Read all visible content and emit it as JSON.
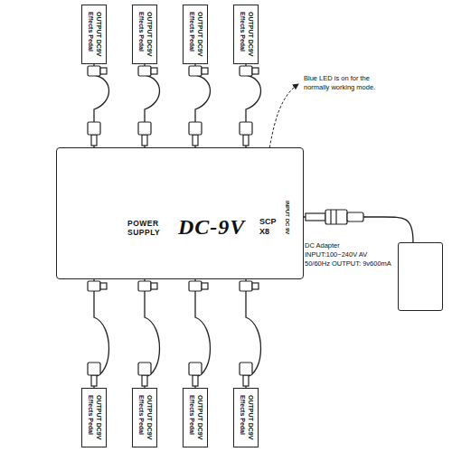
{
  "diagram": {
    "nodes": [
      {
        "text": [
          "POWER SUPPLY",
          "DC-9V",
          "SCP X8",
          "INPUT DC 9V"
        ]
      },
      {
        "text": [
          "OUTPUT DC9V",
          "Effects Pedal"
        ]
      },
      {
        "text": [
          "OUTPUT DC9V",
          "Effects Pedal"
        ]
      },
      {
        "text": [
          "OUTPUT DC9V",
          "Effects Pedal"
        ]
      },
      {
        "text": [
          "OUTPUT DC9V",
          "Effects Pedal"
        ]
      },
      {
        "text": [
          "OUTPUT DC9V",
          "Effects Pedal"
        ]
      },
      {
        "text": [
          "OUTPUT DC9V",
          "Effects Pedal"
        ]
      },
      {
        "text": [
          "OUTPUT DC9V",
          "Effects Pedal"
        ]
      },
      {
        "text": [
          "OUTPUT DC9V",
          "Effects Pedal"
        ]
      },
      {
        "text": [
          "DC Adapter INPUT:100~240V AV 50/60Hz OUTPUT: 9v600mA"
        ]
      }
    ],
    "edges": [
      {
        "from": 1,
        "to": 0,
        "arrow": "none"
      },
      {
        "from": 2,
        "to": 0,
        "arrow": "none"
      },
      {
        "from": 3,
        "to": 0,
        "arrow": "none"
      },
      {
        "from": 4,
        "to": 0,
        "arrow": "none"
      },
      {
        "from": 5,
        "to": 0,
        "arrow": "none"
      },
      {
        "from": 6,
        "to": 0,
        "arrow": "none"
      },
      {
        "from": 7,
        "to": 0,
        "arrow": "none"
      },
      {
        "from": 8,
        "to": 0,
        "arrow": "none"
      },
      {
        "from": 9,
        "to": 0,
        "arrow": "none"
      }
    ],
    "labels": [
      "Blue LED is on for the normally working mode."
    ]
  }
}
